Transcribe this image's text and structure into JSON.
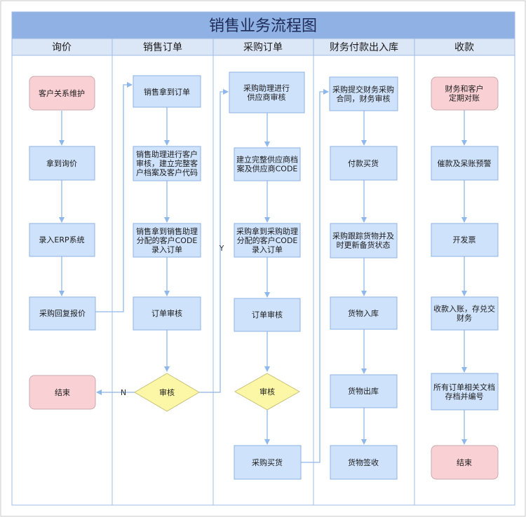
{
  "title": "销售业务流程图",
  "lanes": [
    "询价",
    "销售订单",
    "采购订单",
    "财务付款出入库",
    "收款"
  ],
  "nodes": {
    "n_kehu": [
      "客户关系维护"
    ],
    "n_nadao_xunjia": [
      "拿到询价"
    ],
    "n_luru_erp": [
      "录入ERP系统"
    ],
    "n_caigou_huifu": [
      "采购回复报价"
    ],
    "n_jieshu1": [
      "结束"
    ],
    "n_xiaoshou_nadao": [
      "销售拿到订单"
    ],
    "n_xiaoshou_zhuli": [
      "销售助理进行客户",
      "审核，建立完整客",
      "户档案及客户代码"
    ],
    "n_xiaoshou_fenpei": [
      "销售拿到销售助理",
      "分配的客户CODE",
      "录入订单"
    ],
    "n_dingdan_shenhe1": [
      "订单审核"
    ],
    "n_shenhe1": [
      "审核"
    ],
    "n_caigou_zhuli": [
      "采购助理进行",
      "供应商审核"
    ],
    "n_jianli_gys": [
      "建立完整供应商档",
      "案及供应商CODE"
    ],
    "n_caigou_fenpei": [
      "采购拿到采购助理",
      "分配的客户CODE",
      "录入订单"
    ],
    "n_dingdan_shenhe2": [
      "订单审核"
    ],
    "n_shenhe2": [
      "审核"
    ],
    "n_caigou_maihuo": [
      "采购买货"
    ],
    "n_tijiao_caiwu": [
      "采购提交财务采购",
      "合同，财务审核"
    ],
    "n_fukuan": [
      "付款买货"
    ],
    "n_genzong": [
      "采购跟踪货物并及",
      "时更新备货状态"
    ],
    "n_ruku": [
      "货物入库"
    ],
    "n_chuku": [
      "货物出库"
    ],
    "n_qianshou": [
      "货物签收"
    ],
    "n_duizhang": [
      "财务和客户",
      "定期对账"
    ],
    "n_cuikuan": [
      "催款及呆账预警"
    ],
    "n_kaifapiao": [
      "开发票"
    ],
    "n_shoukuan": [
      "收款入账，存兑交",
      "财务"
    ],
    "n_cundang": [
      "所有订单相关文档",
      "存档并编号"
    ],
    "n_jieshu2": [
      "结束"
    ]
  },
  "edge_labels": {
    "no": "N",
    "yes": "Y"
  },
  "colors": {
    "title_bg": "#8fb1e3",
    "lane_header_bg": "#dbe6f6",
    "border": "#9fbce6",
    "process_fill": "#cfe2fb",
    "process_stroke": "#8fb1e3",
    "terminal_fill": "#f9d0d4",
    "terminal_stroke": "#c9a8ac",
    "decision_fill": "#fbf7a6",
    "decision_stroke": "#c9c27a",
    "arrow": "#8fb8ea"
  }
}
